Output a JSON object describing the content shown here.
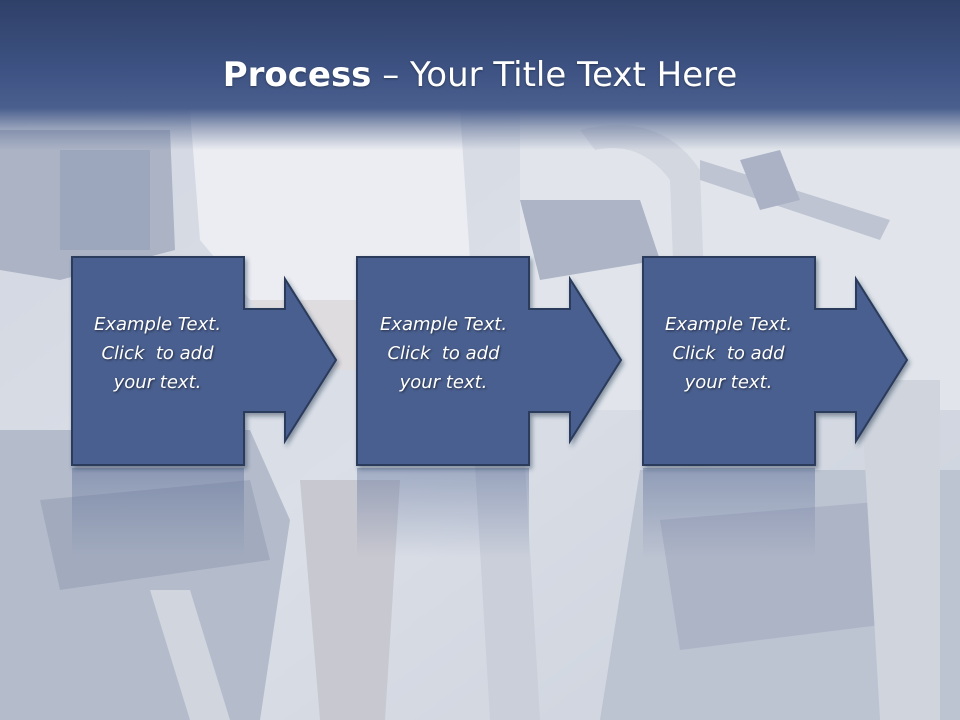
{
  "slide": {
    "title_bold": "Process",
    "title_rest": " – Your Title Text Here"
  },
  "steps": [
    {
      "lines": [
        "Example Text.",
        "Click  to add",
        "your text."
      ]
    },
    {
      "lines": [
        "Example Text.",
        "Click  to add",
        "your text."
      ]
    },
    {
      "lines": [
        "Example Text.",
        "Click  to add",
        "your text."
      ]
    }
  ],
  "colors": {
    "header": "#3d5282",
    "box_fill": "#4a5f8f",
    "box_stroke": "#2c3a5c",
    "text": "#ffffff"
  },
  "icons": [
    "arrow-right-icon",
    "arrow-right-icon",
    "arrow-right-icon"
  ]
}
